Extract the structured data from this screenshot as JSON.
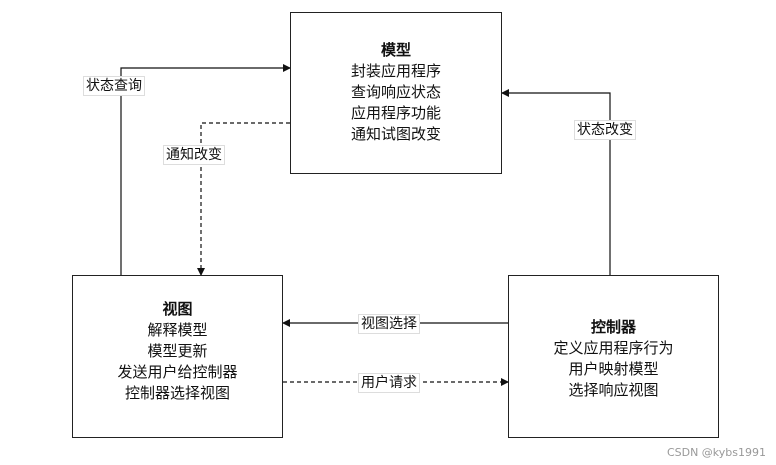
{
  "model": {
    "title": "模型",
    "lines": [
      "封装应用程序",
      "查询响应状态",
      "应用程序功能",
      "通知试图改变"
    ]
  },
  "view": {
    "title": "视图",
    "lines": [
      "解释模型",
      "模型更新",
      "发送用户给控制器",
      "控制器选择视图"
    ]
  },
  "controller": {
    "title": "控制器",
    "lines": [
      "定义应用程序行为",
      "用户映射模型",
      "选择响应视图"
    ]
  },
  "edges": {
    "state_query": "状态查询",
    "notify_change": "通知改变",
    "state_change": "状态改变",
    "view_select": "视图选择",
    "user_request": "用户请求"
  },
  "watermark": "CSDN @kybs1991"
}
